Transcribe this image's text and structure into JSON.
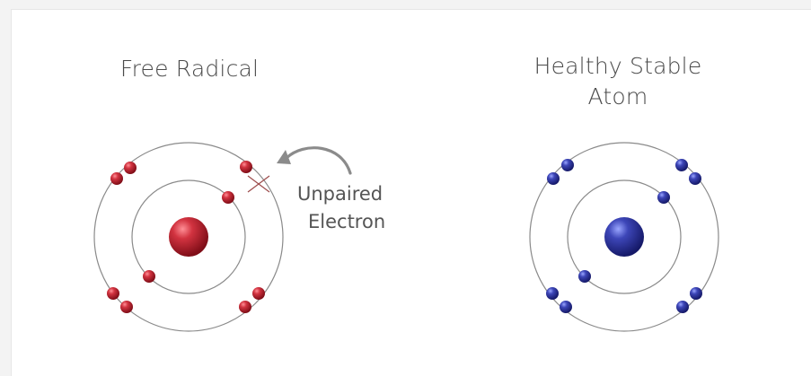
{
  "diagram": {
    "left_title": "Free Radical",
    "right_title_line1": "Healthy Stable",
    "right_title_line2": "Atom",
    "annotation_line1": "Unpaired",
    "annotation_line2": "Electron",
    "colors": {
      "free_radical": "#b51f2c",
      "stable_atom": "#2b2f88",
      "orbit": "#8a8a8a"
    }
  }
}
